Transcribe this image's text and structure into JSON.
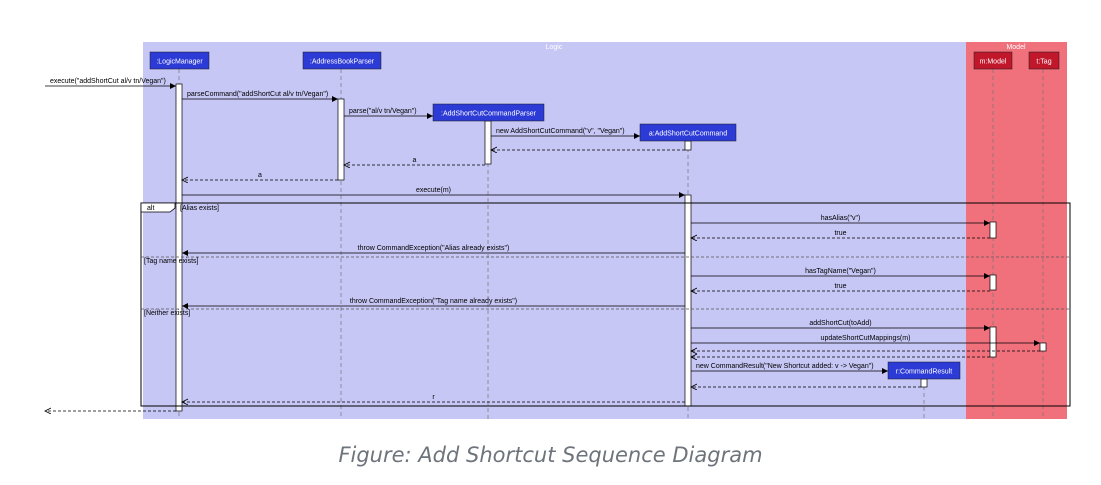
{
  "caption": "Figure: Add Shortcut Sequence Diagram",
  "boxes": {
    "logic": "Logic",
    "model": "Model"
  },
  "participants": [
    {
      "id": "lm",
      "label": ":LogicManager"
    },
    {
      "id": "abp",
      "label": ":AddressBookParser"
    },
    {
      "id": "ascp",
      "label": ":AddShortCutCommandParser"
    },
    {
      "id": "asc",
      "label": "a:AddShortCutCommand"
    },
    {
      "id": "cr",
      "label": "r:CommandResult"
    },
    {
      "id": "model",
      "label": "m:Model"
    },
    {
      "id": "tag",
      "label": "t:Tag"
    }
  ],
  "messages": [
    {
      "id": "execute-in",
      "text": "execute(\"addShortCut al/v tn/Vegan\")"
    },
    {
      "id": "parse-command",
      "text": "parseCommand(\"addShortCut al/v tn/Vegan\")"
    },
    {
      "id": "parse",
      "text": "parse(\"al/v tn/Vegan\")"
    },
    {
      "id": "new-asc",
      "text": "new AddShortCutCommand(\"v\", \"Vegan\")"
    },
    {
      "id": "return-asc",
      "text": ""
    },
    {
      "id": "return-a1",
      "text": "a"
    },
    {
      "id": "return-a2",
      "text": "a"
    },
    {
      "id": "execute-m",
      "text": "execute(m)"
    },
    {
      "id": "has-alias",
      "text": "hasAlias(\"v\")"
    },
    {
      "id": "true-1",
      "text": "true"
    },
    {
      "id": "throw-alias",
      "text": "throw CommandException(\"Alias already exists\")"
    },
    {
      "id": "has-tag-name",
      "text": "hasTagName(\"Vegan\")"
    },
    {
      "id": "true-2",
      "text": "true"
    },
    {
      "id": "throw-tag",
      "text": "throw CommandException(\"Tag name already exists\")"
    },
    {
      "id": "add-shortcut",
      "text": "addShortCut(toAdd)"
    },
    {
      "id": "update-mappings",
      "text": "updateShortCutMappings(m)"
    },
    {
      "id": "return-update",
      "text": ""
    },
    {
      "id": "return-add",
      "text": ""
    },
    {
      "id": "new-result",
      "text": "new CommandResult(\"New Shortcut added: v -> Vegan\")"
    },
    {
      "id": "return-result",
      "text": ""
    },
    {
      "id": "return-r",
      "text": "r"
    },
    {
      "id": "return-out",
      "text": ""
    }
  ],
  "alt_frame": {
    "keyword": "alt",
    "guards": [
      "[Alias exists]",
      "[Tag name exists]",
      "[Neither exists]"
    ]
  },
  "colors": {
    "logic_box": "#c6c7f5",
    "model_box": "#f0707c",
    "participant_blue": "#2d3bd6",
    "participant_red": "#c0172b",
    "line": "#000000",
    "caption": "#6e747c"
  }
}
